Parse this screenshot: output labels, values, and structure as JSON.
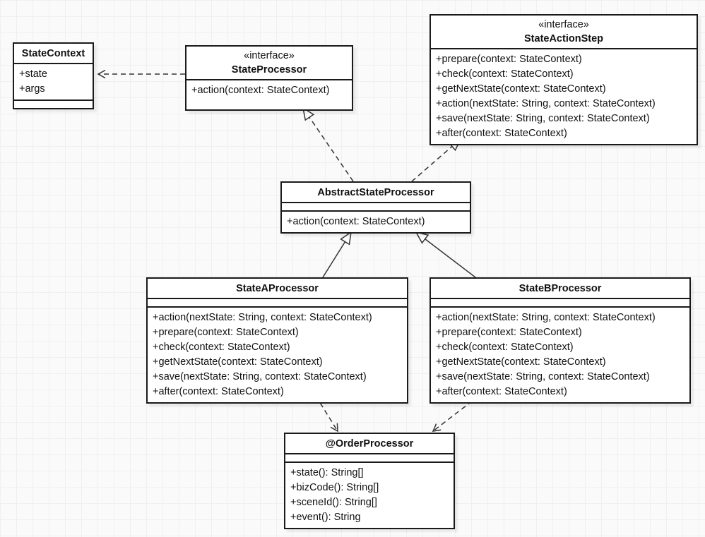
{
  "diagram": {
    "type": "uml-class-diagram",
    "colors": {
      "box_border": "#1a1a1a",
      "box_fill": "#ffffff",
      "edge": "#333333",
      "background": "#fafafa"
    },
    "classes": [
      {
        "name": "StateContext",
        "stereotype": "",
        "attributes": [
          "+state",
          "+args"
        ],
        "methods": []
      },
      {
        "name": "StateProcessor",
        "stereotype": "«interface»",
        "attributes": [],
        "methods": [
          "+action(context: StateContext)"
        ]
      },
      {
        "name": "StateActionStep",
        "stereotype": "«interface»",
        "attributes": [],
        "methods": [
          "+prepare(context: StateContext)",
          "+check(context: StateContext)",
          "+getNextState(context: StateContext)",
          "+action(nextState: String, context: StateContext)",
          "+save(nextState: String, context: StateContext)",
          "+after(context: StateContext)"
        ]
      },
      {
        "name": "AbstractStateProcessor",
        "stereotype": "",
        "attributes": [],
        "methods": [
          "+action(context: StateContext)"
        ]
      },
      {
        "name": "StateAProcessor",
        "stereotype": "",
        "attributes": [],
        "methods": [
          "+action(nextState: String, context: StateContext)",
          "+prepare(context: StateContext)",
          "+check(context: StateContext)",
          "+getNextState(context: StateContext)",
          "+save(nextState: String, context: StateContext)",
          "+after(context: StateContext)"
        ]
      },
      {
        "name": "StateBProcessor",
        "stereotype": "",
        "attributes": [],
        "methods": [
          "+action(nextState: String, context: StateContext)",
          "+prepare(context: StateContext)",
          "+check(context: StateContext)",
          "+getNextState(context: StateContext)",
          "+save(nextState: String, context: StateContext)",
          "+after(context: StateContext)"
        ]
      },
      {
        "name": "@OrderProcessor",
        "stereotype": "",
        "attributes": [],
        "methods": [
          "+state(): String[]",
          "+bizCode(): String[]",
          "+sceneId(): String[]",
          "+event(): String"
        ]
      }
    ],
    "relationships": [
      {
        "from": "StateProcessor",
        "to": "StateContext",
        "type": "dependency",
        "line": "dashed",
        "arrowhead": "open"
      },
      {
        "from": "AbstractStateProcessor",
        "to": "StateProcessor",
        "type": "realization",
        "line": "dashed",
        "arrowhead": "hollow-triangle"
      },
      {
        "from": "AbstractStateProcessor",
        "to": "StateActionStep",
        "type": "realization",
        "line": "dashed",
        "arrowhead": "hollow-triangle"
      },
      {
        "from": "StateAProcessor",
        "to": "AbstractStateProcessor",
        "type": "generalization",
        "line": "solid",
        "arrowhead": "hollow-triangle"
      },
      {
        "from": "StateBProcessor",
        "to": "AbstractStateProcessor",
        "type": "generalization",
        "line": "solid",
        "arrowhead": "hollow-triangle"
      },
      {
        "from": "StateAProcessor",
        "to": "@OrderProcessor",
        "type": "dependency",
        "line": "dashed",
        "arrowhead": "open"
      },
      {
        "from": "StateBProcessor",
        "to": "@OrderProcessor",
        "type": "dependency",
        "line": "dashed",
        "arrowhead": "open"
      }
    ]
  }
}
